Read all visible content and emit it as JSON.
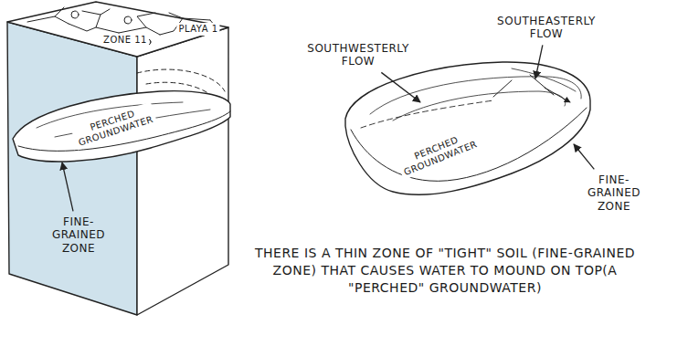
{
  "diagram": {
    "caption": "THERE IS A THIN ZONE OF \"TIGHT\" SOIL (FINE-GRAINED ZONE) THAT CAUSES WATER TO MOUND ON TOP(A \"PERCHED\" GROUNDWATER)",
    "labels": [
      "PLAYA 1",
      "ZONE 11",
      "PERCHED GROUNDWATER",
      "FINE-GRAINED ZONE",
      "SOUTHWESTERLY FLOW",
      "SOUTHEASTERLY FLOW",
      "PERCHED GROUNDWATER",
      "FINE-GRAINED ZONE"
    ]
  }
}
